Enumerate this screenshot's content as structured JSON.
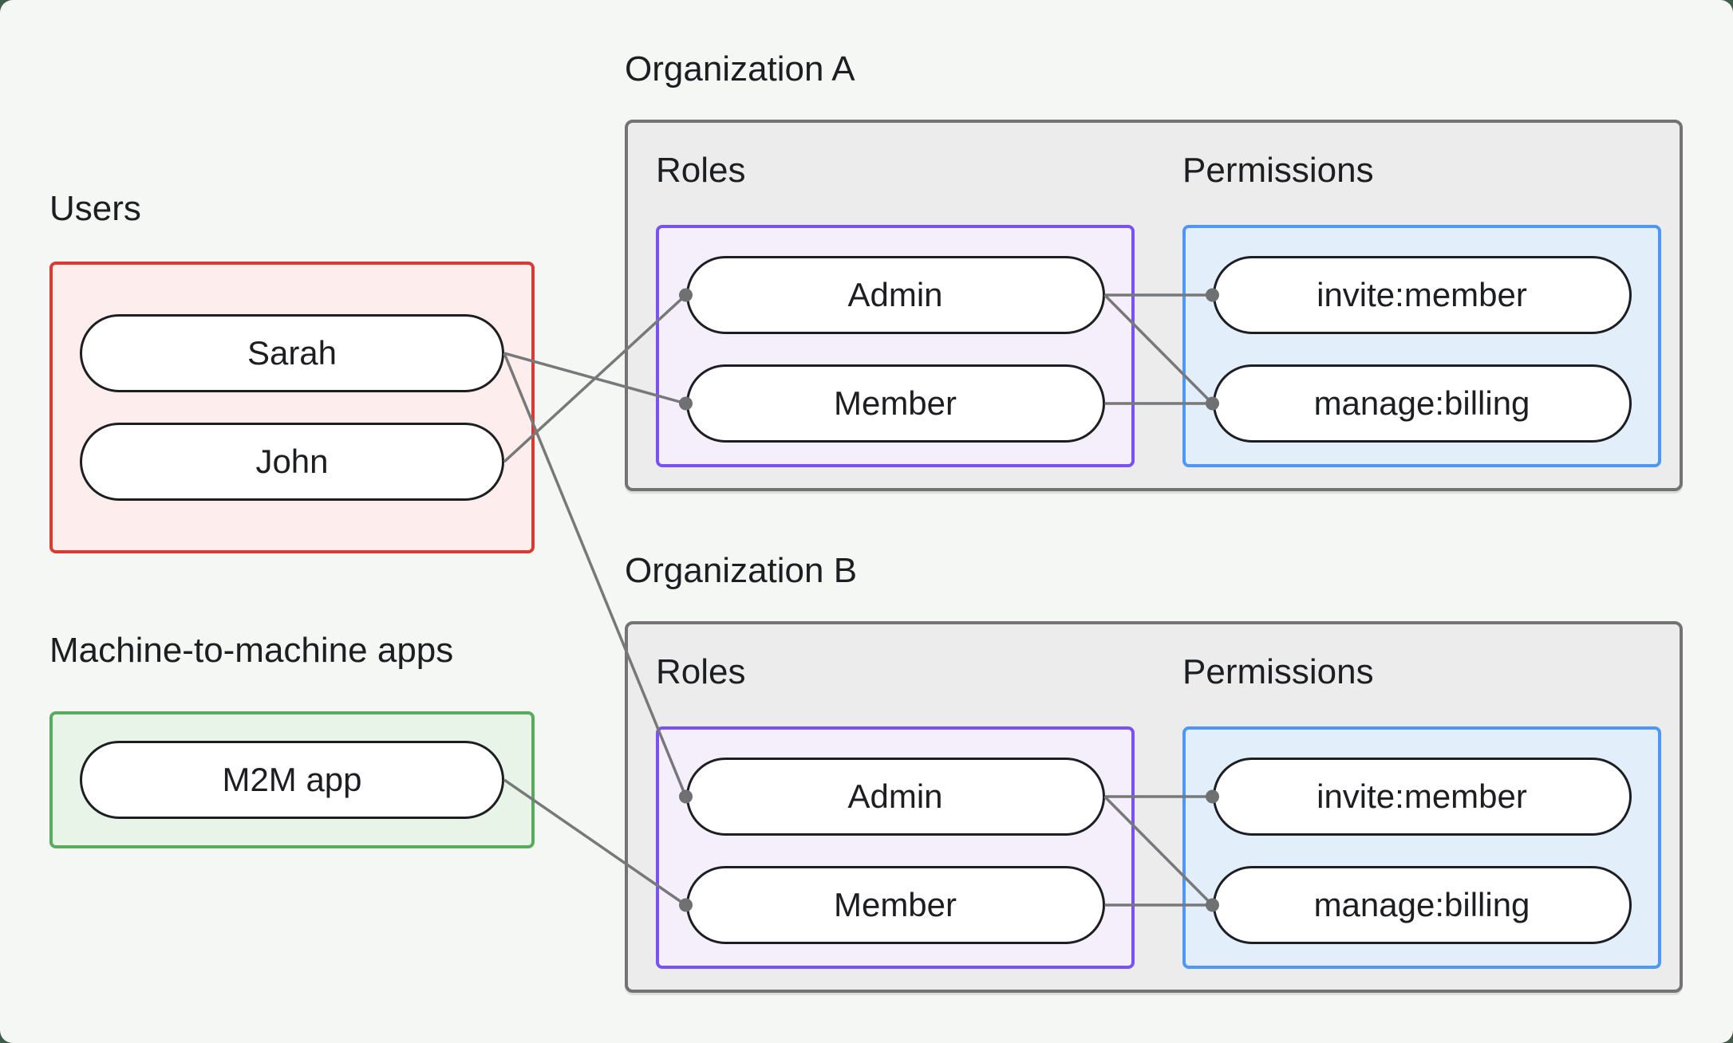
{
  "canvas": {
    "background": "#f5f7f5",
    "page_background": "#3f5c48",
    "text_color": "#1c1e21"
  },
  "org_style": {
    "fill_color": "#ececec",
    "border_color": "#737373"
  },
  "node_style": {
    "fill_color": "#ffffff",
    "border_color": "#727476"
  },
  "connector_style": {
    "line_color": "#77787a",
    "dot_color": "#6f7072"
  },
  "left_panel": {
    "users_group": {
      "label": "Users",
      "border_color": "#d93a33",
      "fill_color": "#fdeeed",
      "nodes": [
        {
          "id": "sarah",
          "label": "Sarah"
        },
        {
          "id": "john",
          "label": "John"
        }
      ]
    },
    "m2m_group": {
      "label": "Machine-to-machine apps",
      "border_color": "#58ab5c",
      "fill_color": "#e9f4e9",
      "nodes": [
        {
          "id": "m2m-app",
          "label": "M2M app"
        }
      ]
    }
  },
  "organizations": [
    {
      "label": "Organization A",
      "roles": {
        "label": "Roles",
        "border_color": "#7a52f4",
        "fill_color": "#f5effc",
        "nodes": [
          {
            "id": "org-a-admin",
            "label": "Admin"
          },
          {
            "id": "org-a-member",
            "label": "Member"
          }
        ]
      },
      "permissions": {
        "label": "Permissions",
        "border_color": "#4f97f6",
        "fill_color": "#e2effb",
        "nodes": [
          {
            "id": "org-a-invite",
            "label": "invite:member"
          },
          {
            "id": "org-a-billing",
            "label": "manage:billing"
          }
        ]
      }
    },
    {
      "label": "Organization B",
      "roles": {
        "label": "Roles",
        "border_color": "#7a52f4",
        "fill_color": "#f5effc",
        "nodes": [
          {
            "id": "org-b-admin",
            "label": "Admin"
          },
          {
            "id": "org-b-member",
            "label": "Member"
          }
        ]
      },
      "permissions": {
        "label": "Permissions",
        "border_color": "#4f97f6",
        "fill_color": "#e2effb",
        "nodes": [
          {
            "id": "org-b-invite",
            "label": "invite:member"
          },
          {
            "id": "org-b-billing",
            "label": "manage:billing"
          }
        ]
      }
    }
  ],
  "connections": [
    {
      "from": "sarah",
      "to": "org-a-member"
    },
    {
      "from": "john",
      "to": "org-a-admin"
    },
    {
      "from": "sarah",
      "to": "org-b-admin"
    },
    {
      "from": "m2m-app",
      "to": "org-b-member"
    },
    {
      "from": "org-a-admin",
      "to": "org-a-invite"
    },
    {
      "from": "org-a-admin",
      "to": "org-a-billing"
    },
    {
      "from": "org-a-member",
      "to": "org-a-billing"
    },
    {
      "from": "org-b-admin",
      "to": "org-b-invite"
    },
    {
      "from": "org-b-admin",
      "to": "org-b-billing"
    },
    {
      "from": "org-b-member",
      "to": "org-b-billing"
    }
  ]
}
